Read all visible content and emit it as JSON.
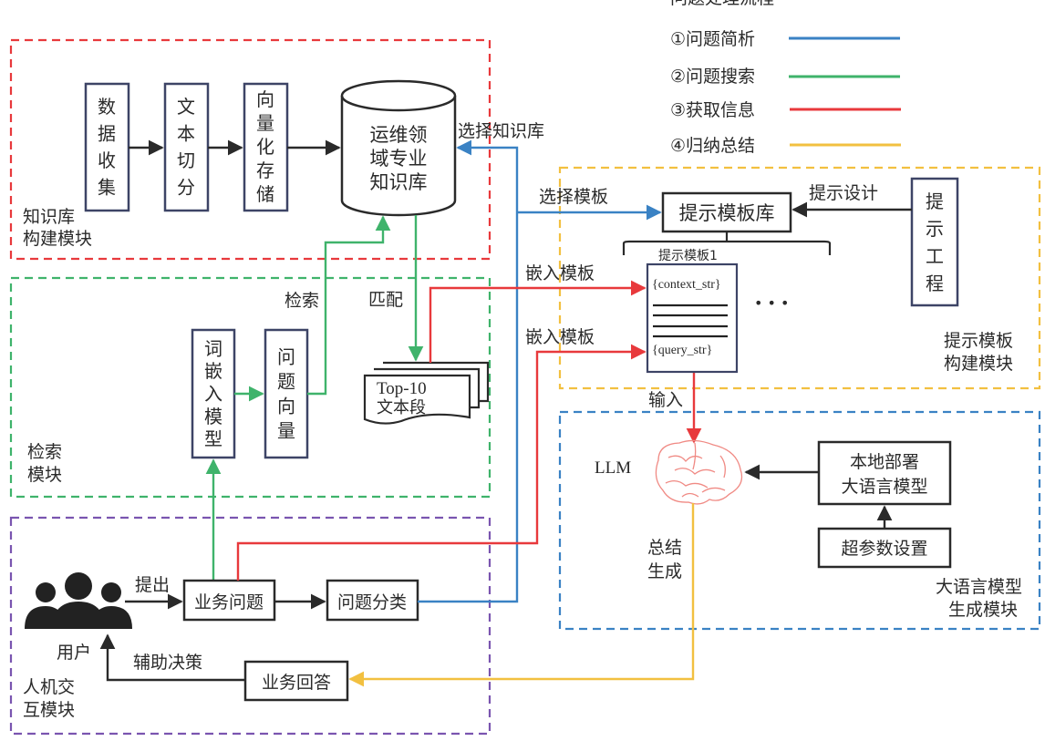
{
  "legend": {
    "title": "问题处理流程",
    "items": [
      {
        "label": "①问题简析",
        "color": "#3a82c4"
      },
      {
        "label": "②问题搜索",
        "color": "#3fb36b"
      },
      {
        "label": "③获取信息",
        "color": "#e8393c"
      },
      {
        "label": "④归纳总结",
        "color": "#f2c040"
      }
    ]
  },
  "modules": {
    "kb": {
      "label_line1": "知识库",
      "label_line2": "构建模块",
      "color": "#e8393c"
    },
    "retrieval": {
      "label_line1": "检索",
      "label_line2": "模块",
      "color": "#3fb36b"
    },
    "hci": {
      "label_line1": "人机交",
      "label_line2": "互模块",
      "color": "#7a55b0"
    },
    "prompt": {
      "label_line1": "提示模板",
      "label_line2": "构建模块",
      "color": "#f2c040"
    },
    "llm": {
      "label_line1": "大语言模型",
      "label_line2": "生成模块",
      "color": "#3a82c4"
    }
  },
  "kb": {
    "steps": [
      {
        "chars": [
          "数",
          "据",
          "收",
          "集"
        ]
      },
      {
        "chars": [
          "文",
          "本",
          "切",
          "分"
        ]
      },
      {
        "chars": [
          "向",
          "量",
          "化",
          "存",
          "储"
        ]
      }
    ],
    "database": {
      "line1": "运维领",
      "line2": "域专业",
      "line3": "知识库"
    }
  },
  "retrieval": {
    "embedding_model": {
      "chars": [
        "词",
        "嵌",
        "入",
        "模",
        "型"
      ]
    },
    "question_vector": {
      "chars": [
        "问",
        "题",
        "向",
        "量"
      ]
    },
    "topk": {
      "line1": "Top-10",
      "line2": "文本段"
    }
  },
  "hci": {
    "user_label": "用户",
    "business_question": "业务问题",
    "question_classification": "问题分类",
    "business_answer": "业务回答"
  },
  "prompt": {
    "template_library": "提示模板库",
    "template1_title": "提示模板1",
    "context_placeholder": "{context_str}",
    "query_placeholder": "{query_str}",
    "ellipsis": "• • •",
    "prompt_engineering": {
      "chars": [
        "提",
        "示",
        "工",
        "程"
      ]
    }
  },
  "llm": {
    "llm_label": "LLM",
    "local_model": {
      "line1": "本地部署",
      "line2": "大语言模型"
    },
    "hyperparams": "超参数设置"
  },
  "edges": {
    "raise": "提出",
    "assist_decision": "辅助决策",
    "retrieve": "检索",
    "match": "匹配",
    "select_kb": "选择知识库",
    "select_template": "选择模板",
    "embed_template_1": "嵌入模板",
    "embed_template_2": "嵌入模板",
    "prompt_design": "提示设计",
    "input": "输入",
    "summary_line1": "总结",
    "summary_line2": "生成"
  }
}
